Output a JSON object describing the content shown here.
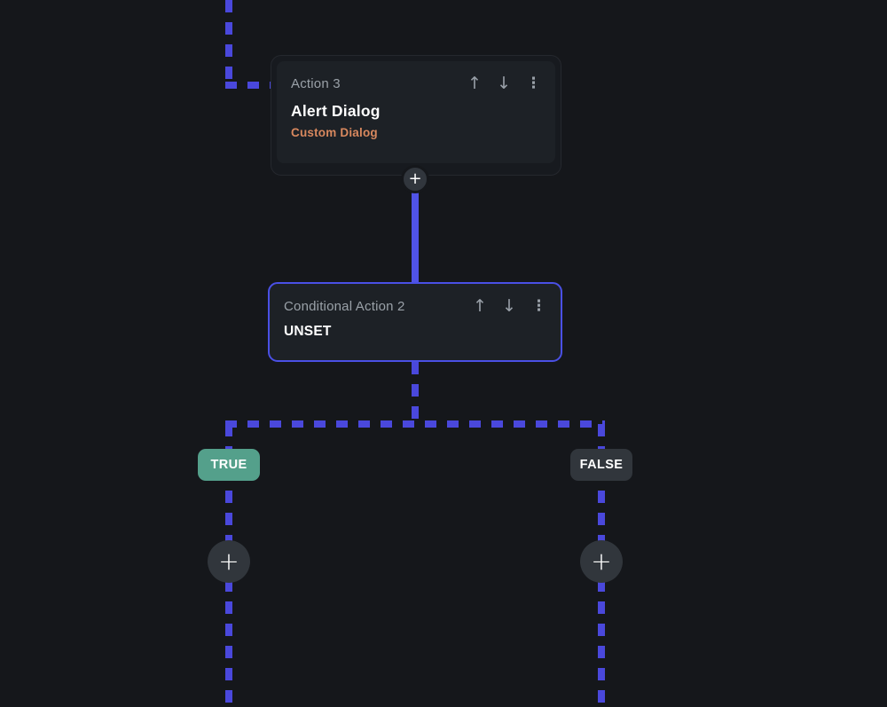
{
  "theme": {
    "background": "#15171b",
    "connector_dashed": "#4a48dc",
    "connector_solid": "#5053e6",
    "card_background": "#171a1f",
    "card_inner_background": "#1d2126",
    "selected_border": "#4a50e5",
    "header_text_color": "#9aa1a8",
    "subtitle_color": "#d8885e",
    "true_badge_color": "#54a08b",
    "false_badge_color": "#31363c"
  },
  "action_card": {
    "header": "Action 3",
    "title": "Alert Dialog",
    "subtitle": "Custom Dialog"
  },
  "conditional_card": {
    "header": "Conditional Action 2",
    "title": "UNSET"
  },
  "branch": {
    "true_label": "TRUE",
    "false_label": "FALSE"
  },
  "icons": {
    "move_up": "↑",
    "move_down": "↓",
    "more_menu": "⋮",
    "add": "+"
  }
}
